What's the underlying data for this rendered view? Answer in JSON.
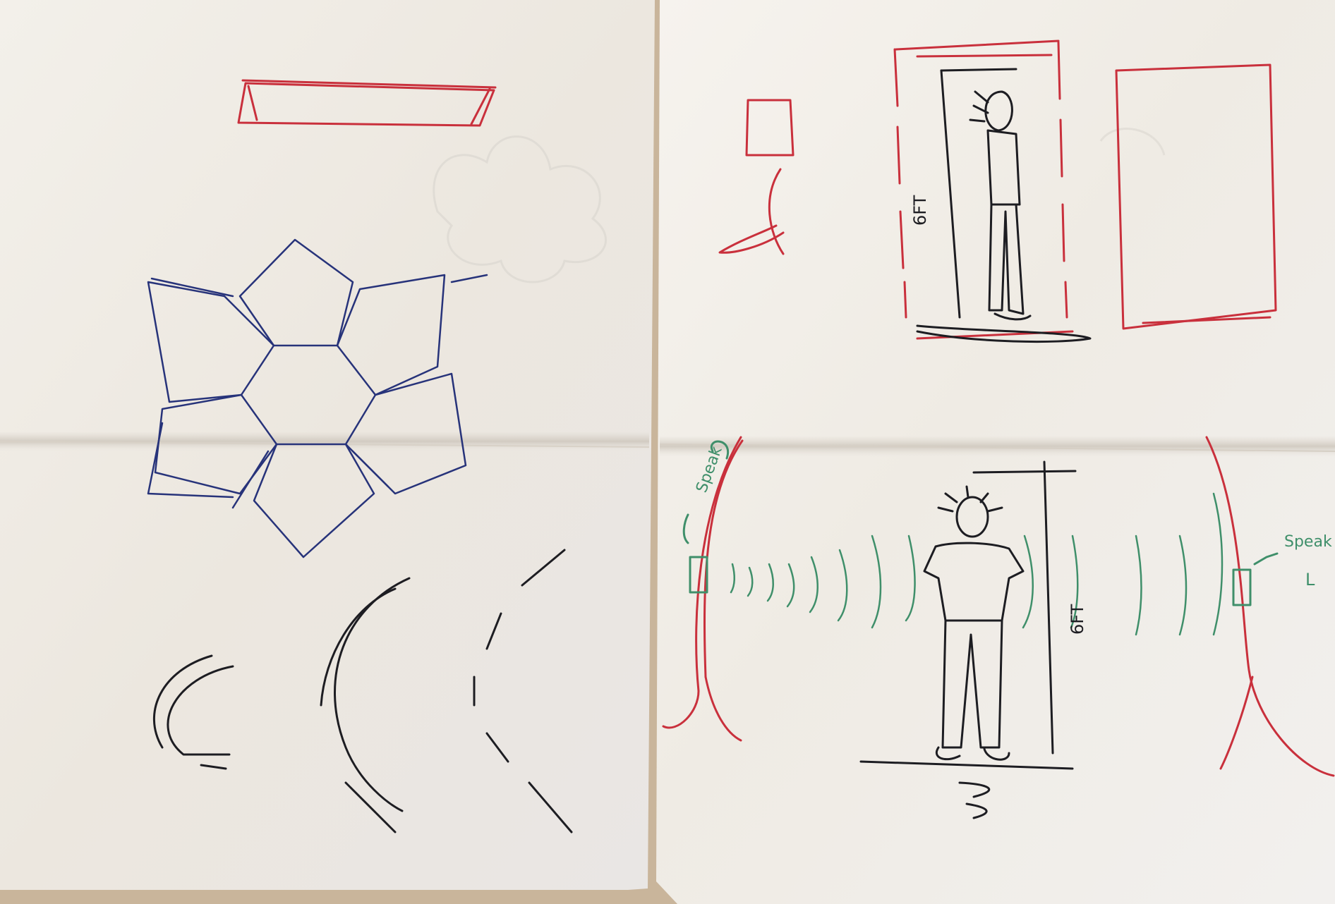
{
  "scene": {
    "description_free": true,
    "labels": {
      "height_top": "6FT",
      "height_bottom": "6FT",
      "speaker_left": "Speak",
      "speaker_right": "Speak",
      "speaker_right_letter": "L"
    },
    "colors": {
      "paper": "#f4f1ec",
      "table": "#cdb99f",
      "ink_black": "#1d1d22",
      "ink_blue": "#27337a",
      "ink_red": "#c9303c",
      "ink_green": "#3f8f6a"
    }
  }
}
